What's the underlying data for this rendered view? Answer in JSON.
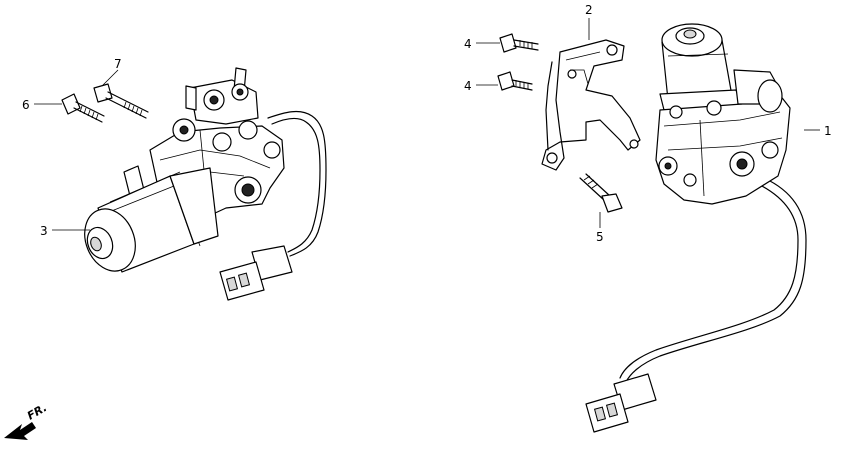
{
  "diagram": {
    "callouts": [
      {
        "id": "c1",
        "label": "1"
      },
      {
        "id": "c2",
        "label": "2"
      },
      {
        "id": "c3",
        "label": "3"
      },
      {
        "id": "c4a",
        "label": "4"
      },
      {
        "id": "c4b",
        "label": "4"
      },
      {
        "id": "c5",
        "label": "5"
      },
      {
        "id": "c6",
        "label": "6"
      },
      {
        "id": "c7",
        "label": "7"
      }
    ],
    "direction_indicator": {
      "label": "FR."
    }
  }
}
